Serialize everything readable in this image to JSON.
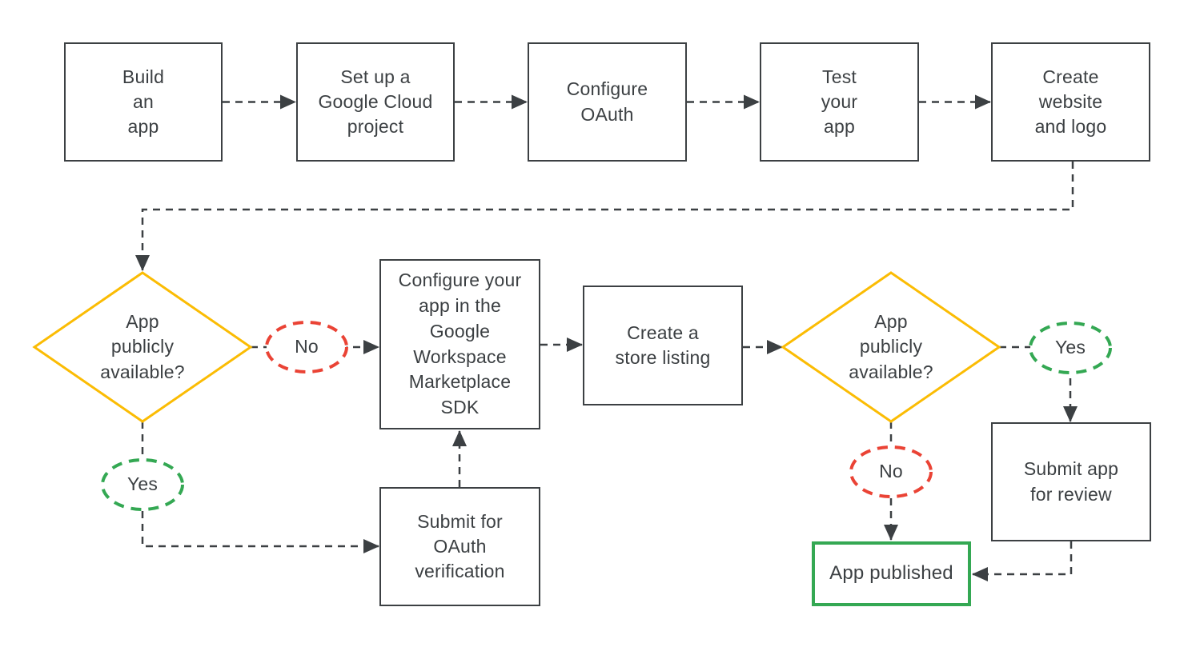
{
  "colors": {
    "ink": "#3c4043",
    "yellow": "#fbbc04",
    "green": "#34a853",
    "red": "#ea4335"
  },
  "nodes": {
    "build_app": {
      "label": "Build\nan\napp"
    },
    "setup_project": {
      "label": "Set up a\nGoogle Cloud\nproject"
    },
    "configure_oauth": {
      "label": "Configure\nOAuth"
    },
    "test_app": {
      "label": "Test\nyour\napp"
    },
    "create_website": {
      "label": "Create\nwebsite\nand logo"
    },
    "decision_public_1": {
      "label": "App\npublicly\navailable?"
    },
    "no_1": {
      "label": "No"
    },
    "configure_sdk": {
      "label": "Configure your\napp in the\nGoogle\nWorkspace\nMarketplace\nSDK"
    },
    "store_listing": {
      "label": "Create a\nstore listing"
    },
    "decision_public_2": {
      "label": "App\npublicly\navailable?"
    },
    "yes_2": {
      "label": "Yes"
    },
    "yes_1": {
      "label": "Yes"
    },
    "submit_oauth": {
      "label": "Submit for\nOAuth\nverification"
    },
    "no_2": {
      "label": "No"
    },
    "submit_review": {
      "label": "Submit app\nfor review"
    },
    "app_published": {
      "label": "App published"
    }
  }
}
